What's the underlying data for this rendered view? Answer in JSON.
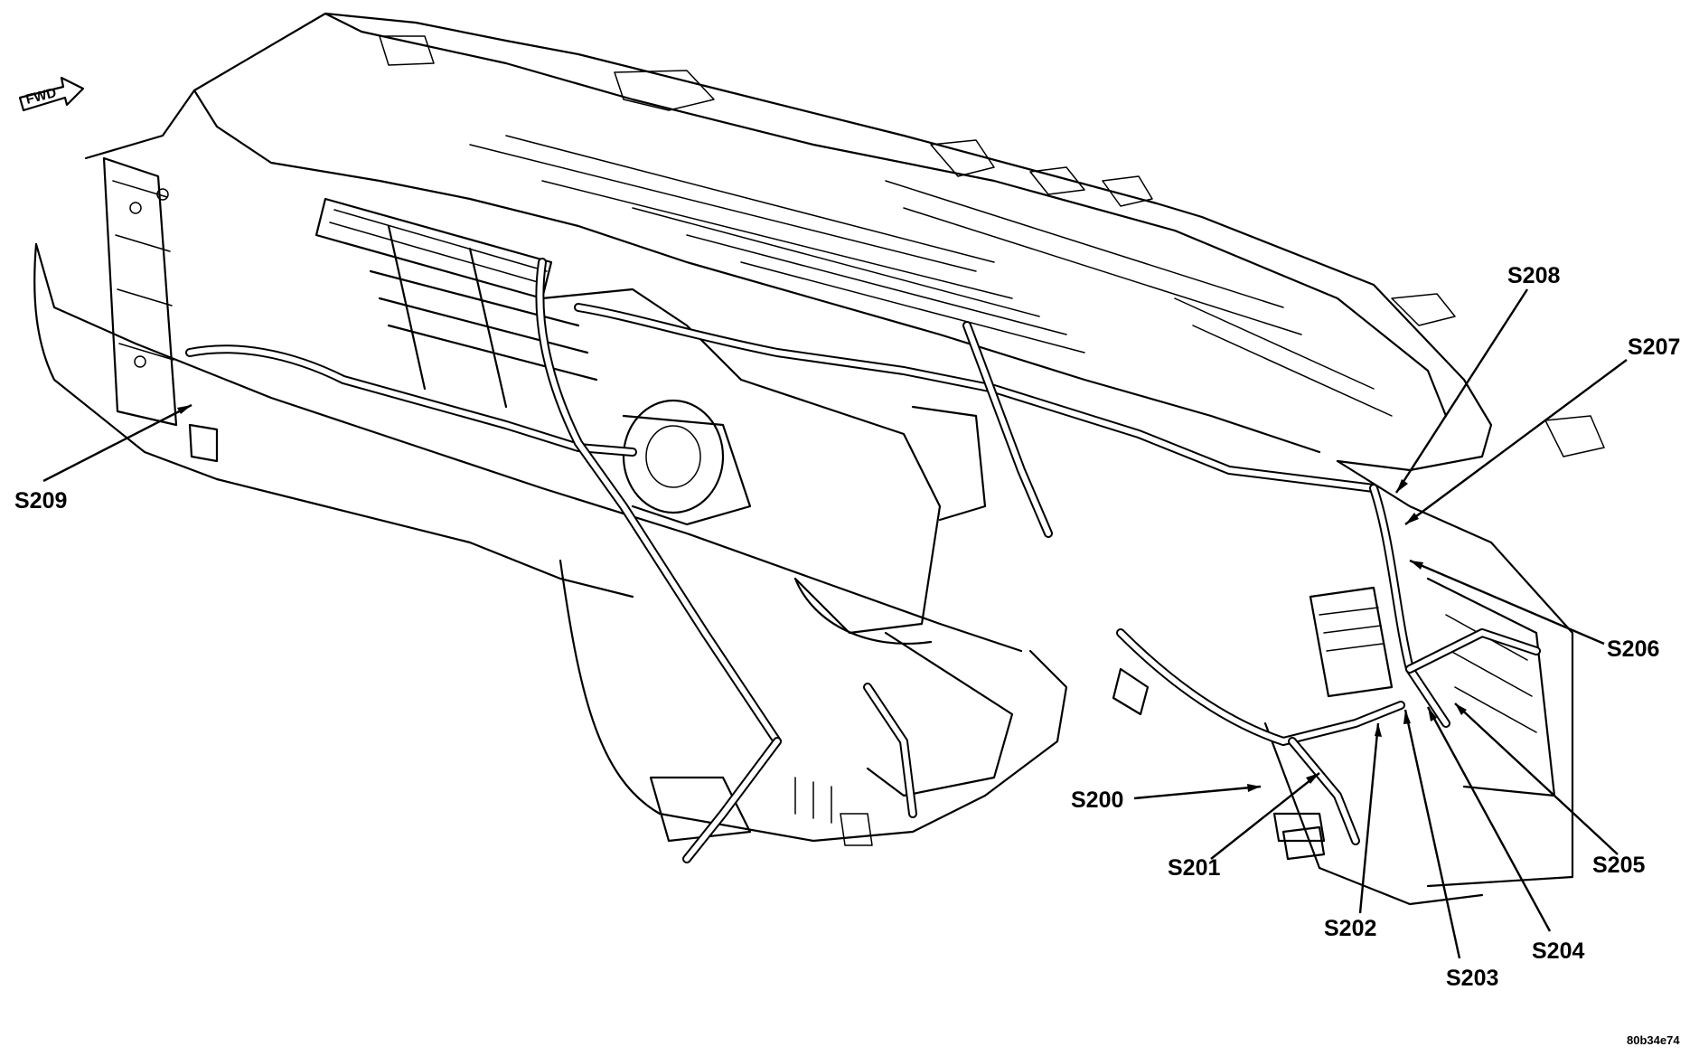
{
  "orientation": {
    "label": "FWD"
  },
  "splices": [
    {
      "id": "s200",
      "label": "S200"
    },
    {
      "id": "s201",
      "label": "S201"
    },
    {
      "id": "s202",
      "label": "S202"
    },
    {
      "id": "s203",
      "label": "S203"
    },
    {
      "id": "s204",
      "label": "S204"
    },
    {
      "id": "s205",
      "label": "S205"
    },
    {
      "id": "s206",
      "label": "S206"
    },
    {
      "id": "s207",
      "label": "S207"
    },
    {
      "id": "s208",
      "label": "S208"
    },
    {
      "id": "s209",
      "label": "S209"
    }
  ],
  "figure_ref": "80b34e74"
}
